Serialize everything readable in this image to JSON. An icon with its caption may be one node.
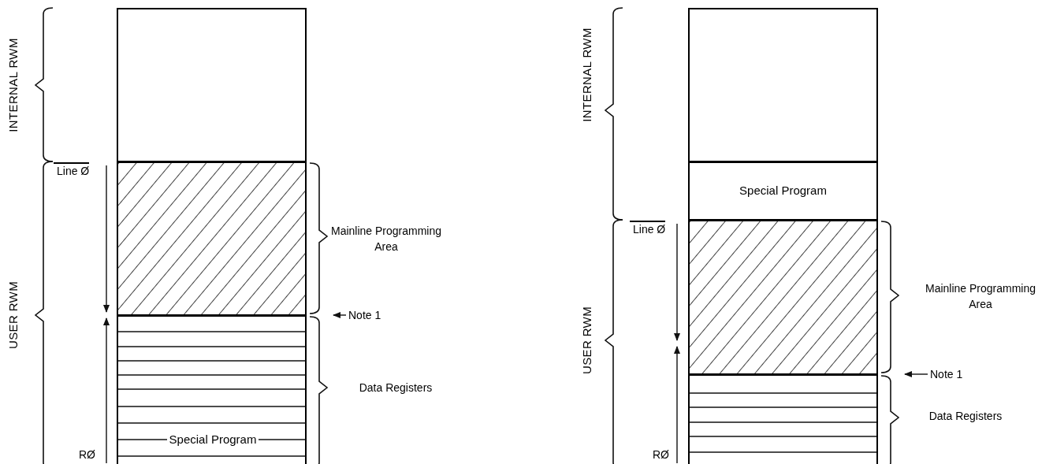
{
  "diagram": {
    "nodes": [
      {
        "text": [],
        "shape": "box"
      },
      {
        "text": [],
        "shape": "box"
      },
      {
        "text": [],
        "shape": "box"
      },
      {
        "text": [
          "Special Program"
        ],
        "in": 2
      },
      {
        "text": [],
        "shape": "box"
      },
      {
        "text": [
          "Special Program"
        ]
      },
      {
        "text": [],
        "shape": "box"
      },
      {
        "text": [],
        "shape": "box"
      }
    ],
    "labels": [
      "INTERNAL RWM",
      "USER RWM",
      "Line Ø",
      "Mainline Programming Area",
      "Note 1",
      "Data Registers",
      "RØ",
      "INTERNAL RWM",
      "USER RWM",
      "Line Ø",
      "Mainline Programming Area",
      "Note 1",
      "Data Registers",
      "RØ"
    ]
  }
}
